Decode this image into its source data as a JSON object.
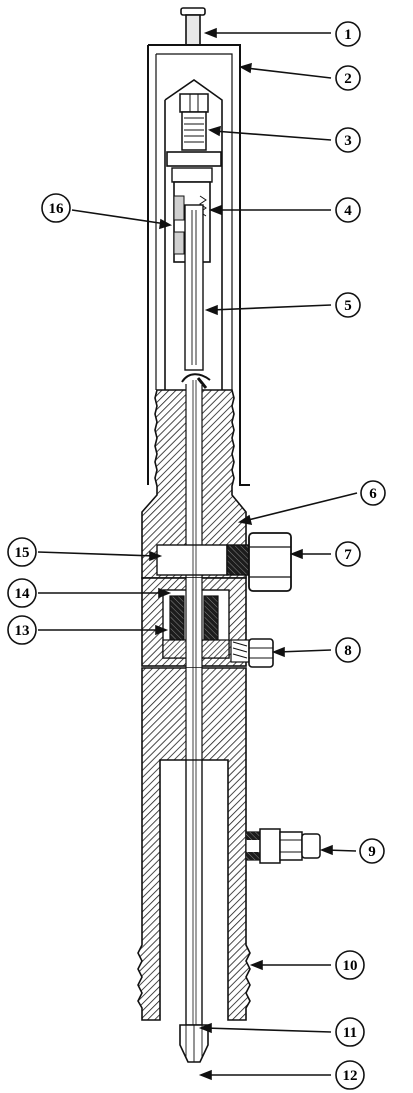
{
  "colors": {
    "ink": "#111111",
    "hatch": "#1a1a1a",
    "paper": "#ffffff",
    "shade": "#cfcfcf",
    "rubber": "#1c1c1c"
  },
  "callouts": [
    {
      "id": "c1",
      "label": "1"
    },
    {
      "id": "c2",
      "label": "2"
    },
    {
      "id": "c3",
      "label": "3"
    },
    {
      "id": "c4",
      "label": "4"
    },
    {
      "id": "c5",
      "label": "5"
    },
    {
      "id": "c6",
      "label": "6"
    },
    {
      "id": "c7",
      "label": "7"
    },
    {
      "id": "c8",
      "label": "8"
    },
    {
      "id": "c9",
      "label": "9"
    },
    {
      "id": "c10",
      "label": "10"
    },
    {
      "id": "c11",
      "label": "11"
    },
    {
      "id": "c12",
      "label": "12"
    },
    {
      "id": "c13",
      "label": "13"
    },
    {
      "id": "c14",
      "label": "14"
    },
    {
      "id": "c15",
      "label": "15"
    },
    {
      "id": "c16",
      "label": "16"
    }
  ]
}
